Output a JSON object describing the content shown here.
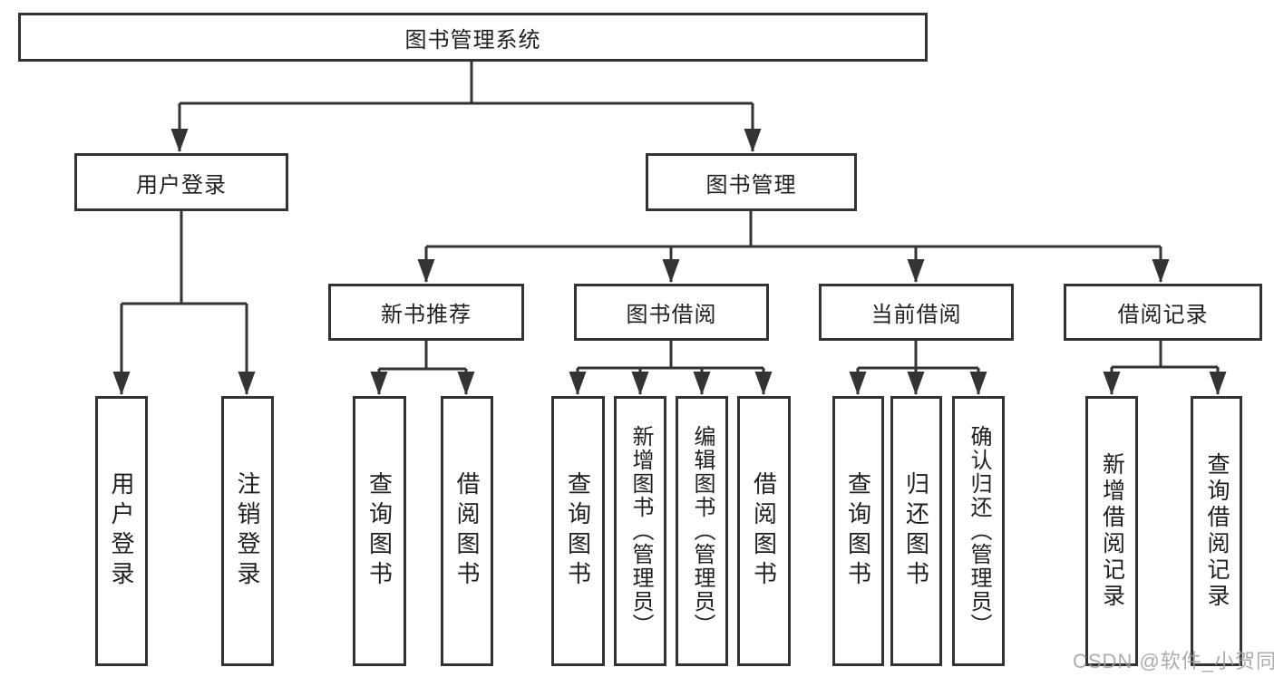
{
  "title": "图书管理系统",
  "level2": [
    {
      "label": "用户登录"
    },
    {
      "label": "图书管理"
    }
  ],
  "level3": [
    {
      "label": "新书推荐"
    },
    {
      "label": "图书借阅"
    },
    {
      "label": "当前借阅"
    },
    {
      "label": "借阅记录"
    }
  ],
  "leaves": [
    {
      "label": "用户登录"
    },
    {
      "label": "注销登录"
    },
    {
      "label": "查询图书"
    },
    {
      "label": "借阅图书"
    },
    {
      "label": "查询图书"
    },
    {
      "label": "新增图书（管理员）"
    },
    {
      "label": "编辑图书（管理员）"
    },
    {
      "label": "借阅图书"
    },
    {
      "label": "查询图书"
    },
    {
      "label": "归还图书"
    },
    {
      "label": "确认归还（管理员）"
    },
    {
      "label": "新增借阅记录"
    },
    {
      "label": "查询借阅记录"
    }
  ],
  "watermark": "CSDN @软件_小贺同学",
  "colors": {
    "line": "#333333",
    "text": "#1f1f1f",
    "box_fill": "#ffffff",
    "watermark": "#9e9e9e",
    "background": "#ffffff"
  }
}
